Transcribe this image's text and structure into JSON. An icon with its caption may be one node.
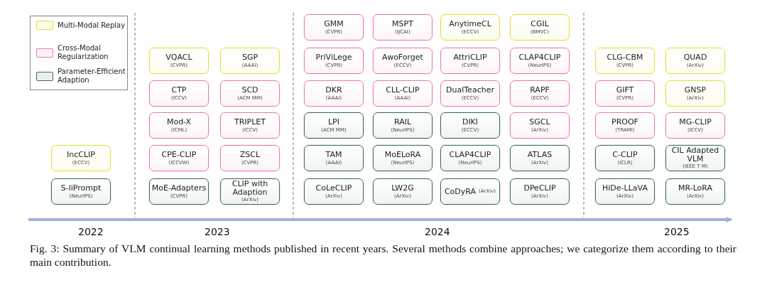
{
  "diagram": {
    "caption": "Fig. 3: Summary of VLM continual learning methods published in recent years. Several methods combine approaches; we categorize them according to their main contribution.",
    "nodes": [
      {
        "text": [
          "GMM",
          "(CVPR)"
        ]
      },
      {
        "text": [
          "MSPT",
          "(IJCAI)"
        ]
      },
      {
        "text": [
          "AnytimeCL",
          "(ECCV)"
        ]
      },
      {
        "text": [
          "CGIL",
          "(BMVC)"
        ]
      },
      {
        "text": [
          "VQACL",
          "(CVPR)"
        ]
      },
      {
        "text": [
          "SGP",
          "(AAAI)"
        ]
      },
      {
        "text": [
          "PriViLege",
          "(CVPR)"
        ]
      },
      {
        "text": [
          "AwoForget",
          "(ECCV)"
        ]
      },
      {
        "text": [
          "AttriCLIP",
          "(CVPR)"
        ]
      },
      {
        "text": [
          "CLAP4CLIP",
          "(NeurIPS)"
        ]
      },
      {
        "text": [
          "CLG-CBM",
          "(CVPR)"
        ]
      },
      {
        "text": [
          "QUAD",
          "(ArXiv)"
        ]
      },
      {
        "text": [
          "CTP",
          "(ICCV)"
        ]
      },
      {
        "text": [
          "SCD",
          "(ACM MM)"
        ]
      },
      {
        "text": [
          "DKR",
          "(AAAI)"
        ]
      },
      {
        "text": [
          "CLL-CLIP",
          "(AAAI)"
        ]
      },
      {
        "text": [
          "DualTeacher",
          "(ECCV)"
        ]
      },
      {
        "text": [
          "RAPF",
          "(ECCV)"
        ]
      },
      {
        "text": [
          "GIFT",
          "(CVPR)"
        ]
      },
      {
        "text": [
          "GNSP",
          "(ArXiv)"
        ]
      },
      {
        "text": [
          "Mod-X",
          "(ICML)"
        ]
      },
      {
        "text": [
          "TRIPLET",
          "(ICCV)"
        ]
      },
      {
        "text": [
          "LPI",
          "(ACM MM)"
        ]
      },
      {
        "text": [
          "RAIL",
          "(NeurIPS)"
        ]
      },
      {
        "text": [
          "DIKI",
          "(ECCV)"
        ]
      },
      {
        "text": [
          "SGCL",
          "(ArXiv)"
        ]
      },
      {
        "text": [
          "PROOF",
          "(TRAMI)"
        ]
      },
      {
        "text": [
          "MG-CLIP",
          "(ICCV)"
        ]
      },
      {
        "text": [
          "IncCLIP",
          "(ECCV)"
        ]
      },
      {
        "text": [
          "CPE-CLIP",
          "(ICCVW)"
        ]
      },
      {
        "text": [
          "ZSCL",
          "(CVPR)"
        ]
      },
      {
        "text": [
          "TAM",
          "(AAAI)"
        ]
      },
      {
        "text": [
          "MoELoRA",
          "(NeurIPS)"
        ]
      },
      {
        "text": [
          "CLAP4CLIP",
          "(NeurIPS)"
        ]
      },
      {
        "text": [
          "ATLAS",
          "(ArXiv)"
        ]
      },
      {
        "text": [
          "C-CLIP",
          "(ICLR)"
        ]
      },
      {
        "text": [
          "CIL Adapted VLM",
          "(IEEE T M)"
        ]
      },
      {
        "text": [
          "S-liPrompt",
          "(NeurIPS)"
        ]
      },
      {
        "text": [
          "MoE-Adapters",
          "(CVPR)"
        ]
      },
      {
        "text": [
          "CLIP with Adaption",
          "(ArXiv)"
        ]
      },
      {
        "text": [
          "CoLeCLIP",
          "(ArXiv)"
        ]
      },
      {
        "text": [
          "LW2G",
          "(ArXiv)"
        ]
      },
      {
        "text": [
          "CoDyRA",
          "(ArXiv)"
        ]
      },
      {
        "text": [
          "DPeCLIP",
          "(ArXiv)"
        ]
      },
      {
        "text": [
          "HiDe-LLaVA",
          "(ArXiv)"
        ]
      },
      {
        "text": [
          "MR-LoRA",
          "(ArXiv)"
        ]
      }
    ],
    "edges": [],
    "labels": [
      "2022",
      "2023",
      "2024",
      "2025"
    ],
    "legend": [
      {
        "text": "Multi-Modal Replay",
        "color": "#e6de3c"
      },
      {
        "text": "Cross-Modal Regularization",
        "color": "#e8809e"
      },
      {
        "text": "Parameter-Efficient Adaption",
        "color": "#3d6b5f"
      }
    ]
  }
}
